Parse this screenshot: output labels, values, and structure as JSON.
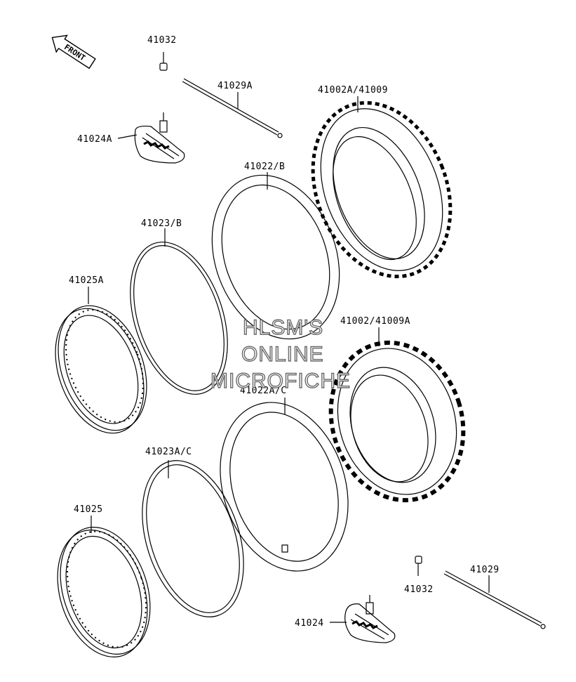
{
  "diagram": {
    "front_arrow_label": "FRONT",
    "watermark": [
      "HLSM'S",
      "ONLINE",
      "MICROFICHE"
    ],
    "part_labels": {
      "p41032_top": "41032",
      "p41029A": "41029A",
      "p41024A": "41024A",
      "p41002A": "41002A/41009",
      "p41022B": "41022/B",
      "p41023B": "41023/B",
      "p41025A": "41025A",
      "p41002": "41002/41009A",
      "p41022AC": "41022A/C",
      "p41023AC": "41023A/C",
      "p41025": "41025",
      "p41029": "41029",
      "p41032_bot": "41032",
      "p41024": "41024"
    }
  },
  "colors": {
    "line": "#000000",
    "watermark_stroke": "#6a6a6a",
    "background": "#ffffff"
  }
}
